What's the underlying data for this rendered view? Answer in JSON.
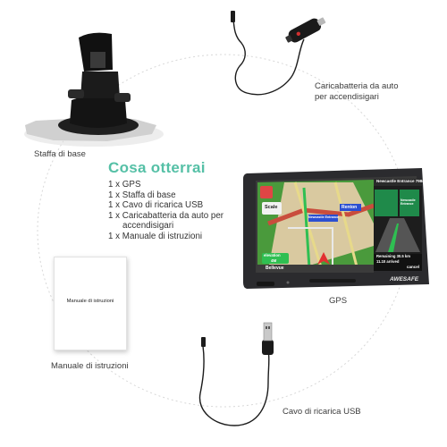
{
  "labels": {
    "base_bracket": "Staffa di base",
    "car_charger": "Caricabatteria da auto per accendisigari",
    "gps": "GPS",
    "manual": "Manuale di istruzioni",
    "usb_cable": "Cavo di ricarica USB"
  },
  "contents": {
    "title": "Cosa otterrai",
    "items": [
      "1 x GPS",
      "1 x Staffa di base",
      "1 x Cavo di ricarica USB",
      "1 x Caricabatteria da auto per",
      "accendisigari",
      "1 x Manuale di istruzioni"
    ]
  },
  "manual_cover_text": "Manuale di istruzioni",
  "gps_screen": {
    "top_street": "Newcastle Entrance 798m",
    "scale_button": "Scale",
    "map_street_1": "Newcastle Entrance",
    "map_street_2": "Renton",
    "elevation_label": "elevation",
    "elevation_value": "4M",
    "bottom_street": "Bellevue",
    "remaining": "Remaining 30.5 km",
    "arrival": "11.10 arrived",
    "cancel": "cancel",
    "sign_text": "Newcastle Entrance",
    "brand": "AWESAFE"
  },
  "colors": {
    "title": "#55c0a6",
    "label_text": "#3c3c3c",
    "device_body": "#2b2b2e",
    "map_green": "#4a9a3c",
    "route_green": "#2fbf52",
    "sign_green": "#1f8a4a"
  }
}
